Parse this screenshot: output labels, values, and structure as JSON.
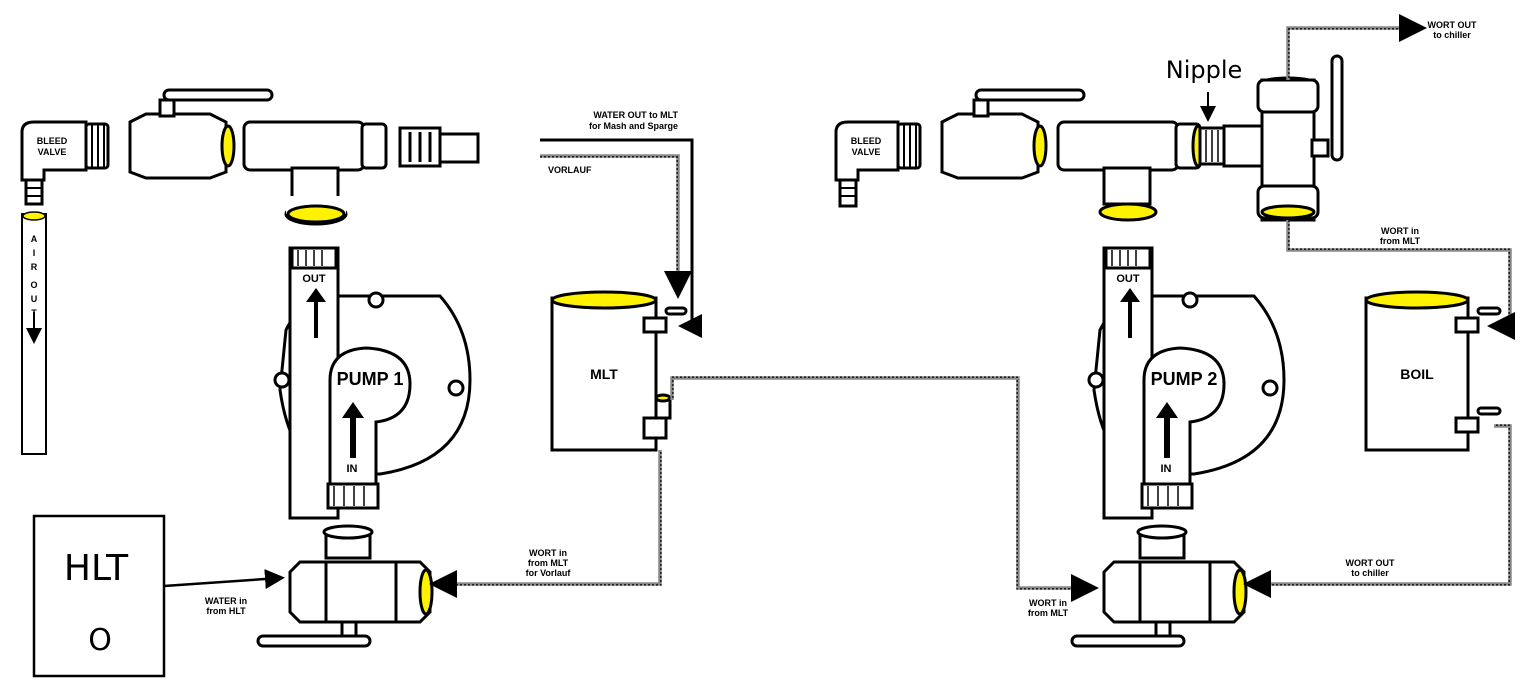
{
  "labels": {
    "bleed_valve_line1": "BLEED",
    "bleed_valve_line2": "VALVE",
    "air_out": [
      "A",
      "I",
      "R",
      "O",
      "U",
      "T"
    ],
    "pump1": "PUMP 1",
    "pump2": "PUMP 2",
    "out": "OUT",
    "in": "IN",
    "mlt": "MLT",
    "boil": "BOIL",
    "hlt": "HLT",
    "hlt_mark": "O",
    "nipple": "Nipple",
    "water_out_line1": "WATER OUT to MLT",
    "water_out_line2": "for Mash and Sparge",
    "vorlauf": "VORLAUF",
    "water_in_line1": "WATER in",
    "water_in_line2": "from HLT",
    "wort_in_vorlauf_line1": "WORT in",
    "wort_in_vorlauf_line2": "from MLT",
    "wort_in_vorlauf_line3": "for Vorlauf",
    "wort_in_mlt_p2_line1": "WORT in",
    "wort_in_mlt_p2_line2": "from MLT",
    "wort_in_mlt_top_line1": "WORT in",
    "wort_in_mlt_top_line2": "from MLT",
    "wort_out_chiller_top_line1": "WORT OUT",
    "wort_out_chiller_top_line2": "to chiller",
    "wort_out_chiller_bot_line1": "WORT OUT",
    "wort_out_chiller_bot_line2": "to chiller"
  },
  "colors": {
    "port_yellow": "#fff200",
    "line": "#000000",
    "hose": "#555555"
  }
}
